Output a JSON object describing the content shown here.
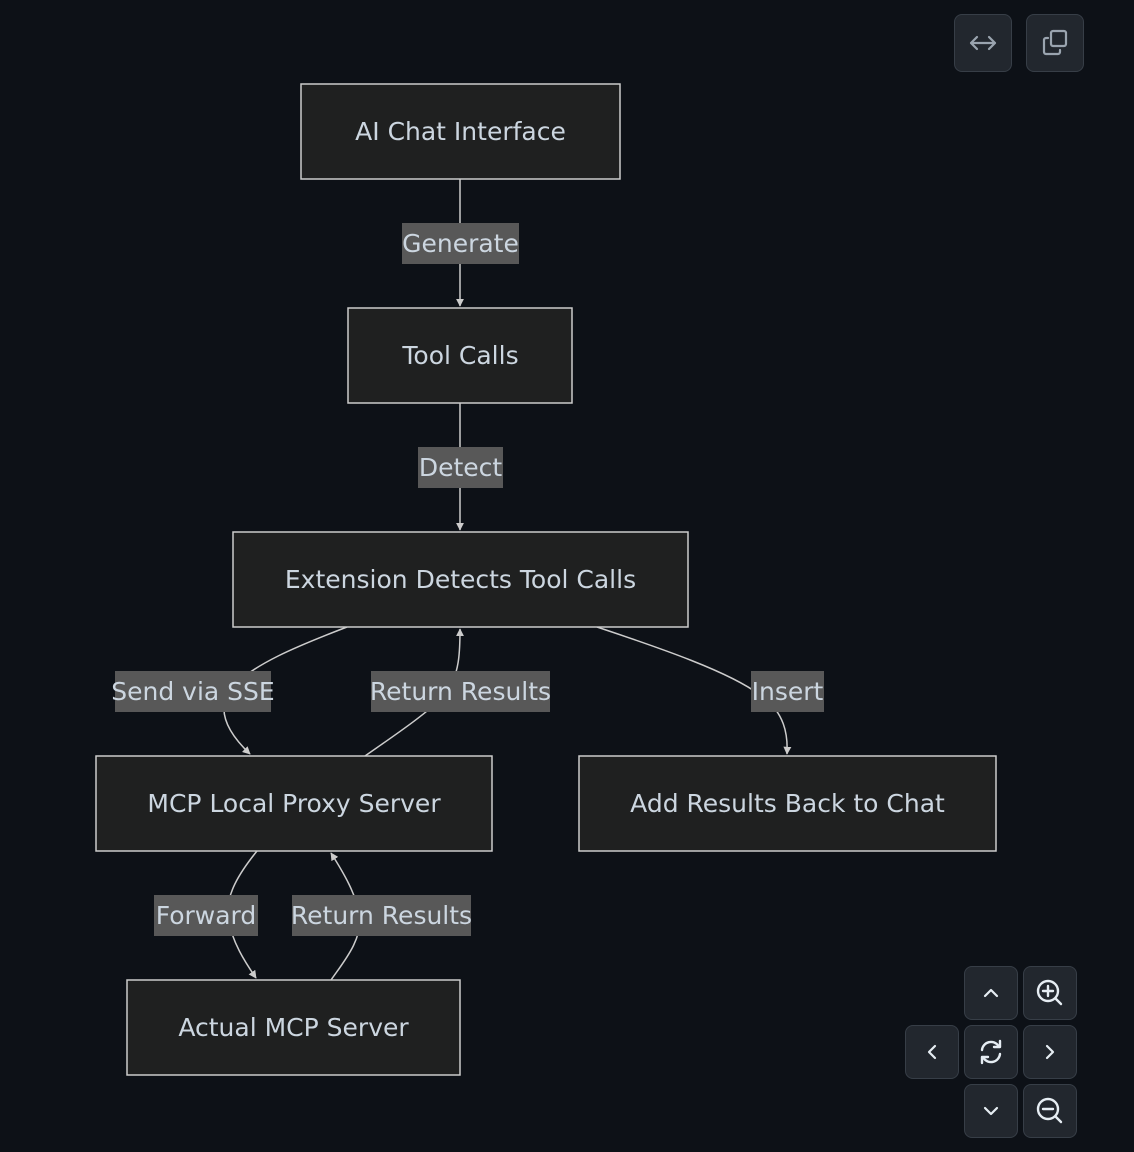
{
  "diagram": {
    "type": "flowchart",
    "direction": "top-down",
    "nodes": [
      {
        "id": "chat",
        "label": "AI Chat Interface"
      },
      {
        "id": "tools",
        "label": "Tool Calls"
      },
      {
        "id": "ext",
        "label": "Extension Detects Tool Calls"
      },
      {
        "id": "proxy",
        "label": "MCP Local Proxy Server"
      },
      {
        "id": "add",
        "label": "Add Results Back to Chat"
      },
      {
        "id": "mcp",
        "label": "Actual MCP Server"
      }
    ],
    "edges": [
      {
        "from": "chat",
        "to": "tools",
        "label": "Generate"
      },
      {
        "from": "tools",
        "to": "ext",
        "label": "Detect"
      },
      {
        "from": "ext",
        "to": "proxy",
        "label": "Send via SSE"
      },
      {
        "from": "proxy",
        "to": "ext",
        "label": "Return Results"
      },
      {
        "from": "ext",
        "to": "add",
        "label": "Insert"
      },
      {
        "from": "proxy",
        "to": "mcp",
        "label": "Forward"
      },
      {
        "from": "mcp",
        "to": "proxy",
        "label": "Return Results"
      }
    ]
  },
  "toolbar": {
    "fit_width_icon": "arrows-left-right-icon",
    "copy_icon": "copy-icon"
  },
  "controls": {
    "pan_up_icon": "chevron-up-icon",
    "pan_down_icon": "chevron-down-icon",
    "pan_left_icon": "chevron-left-icon",
    "pan_right_icon": "chevron-right-icon",
    "reset_icon": "refresh-icon",
    "zoom_in_icon": "zoom-in-icon",
    "zoom_out_icon": "zoom-out-icon"
  },
  "colors": {
    "background": "#0d1117",
    "node_fill": "#1f2020",
    "node_stroke": "#cccccc",
    "label_bg": "#585858",
    "text": "#ccd6e0",
    "button_bg": "#22272e"
  }
}
